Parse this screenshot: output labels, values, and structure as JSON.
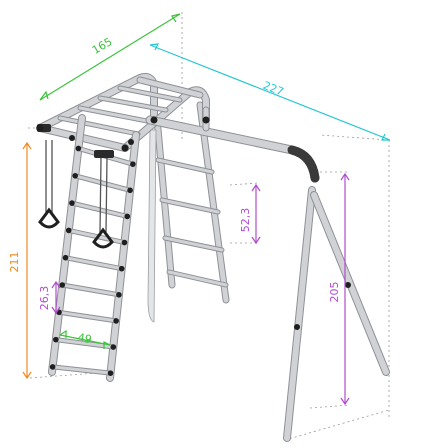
{
  "dimensions": {
    "depth": {
      "label": "165",
      "color": "#3cc23c"
    },
    "width": {
      "label": "227",
      "color": "#2ac7d0"
    },
    "height_total": {
      "label": "211",
      "color": "#f08a1f"
    },
    "height_swing": {
      "label": "205",
      "color": "#b24ccf"
    },
    "step_spacing": {
      "label": "52,3",
      "color": "#b24ccf"
    },
    "rung_spacing": {
      "label": "26,3",
      "color": "#b24ccf"
    },
    "rung_width": {
      "label": "49",
      "color": "#3cc23c"
    }
  },
  "colors": {
    "tube": "#d0d2d5",
    "tube_edge": "#8e9196",
    "joint": "#1f1f1f",
    "guide": "#9a9a9a"
  }
}
